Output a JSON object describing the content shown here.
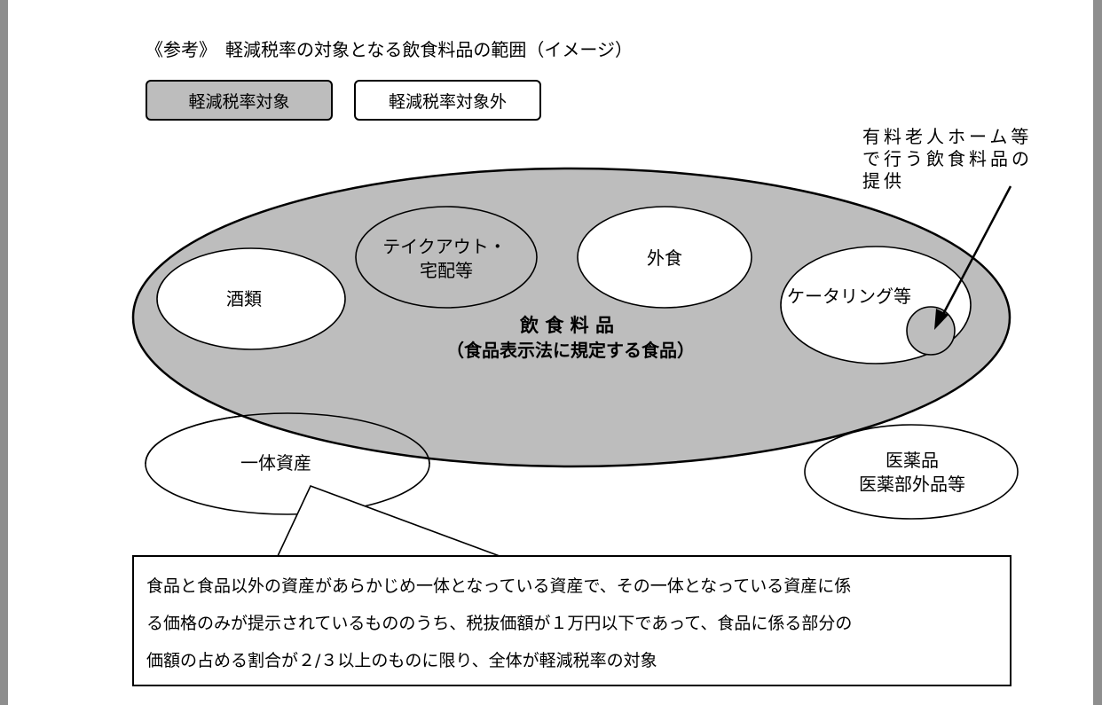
{
  "title": "《参考》　軽減税率の対象となる飲食料品の範囲（イメージ）",
  "legend": {
    "included": "軽減税率対象",
    "excluded": "軽減税率対象外"
  },
  "main": {
    "line1": "飲 食 料 品",
    "line2": "（食品表示法に規定する食品）"
  },
  "items": {
    "alcohol": "酒類",
    "takeout_line1": "テイクアウト・",
    "takeout_line2": "宅配等",
    "dining_out": "外食",
    "catering": "ケータリング等",
    "bundled": "一体資産",
    "medicine_line1": "医薬品",
    "medicine_line2": "医薬部外品等"
  },
  "annotation": {
    "line1": "有料老人ホーム等",
    "line2": "で行う飲食料品の",
    "line3": "提供"
  },
  "note": {
    "line1": "食品と食品以外の資産があらかじめ一体となっている資産で、その一体となっている資産に係",
    "line2": "る価格のみが提示されているもののうち、税抜価額が１万円以下であって、食品に係る部分の",
    "line3": "価額の占める割合が２/３以上のものに限り、全体が軽減税率の対象"
  },
  "colors": {
    "included_fill": "#bdbdbd",
    "excluded_fill": "#ffffff",
    "stroke": "#000000"
  }
}
